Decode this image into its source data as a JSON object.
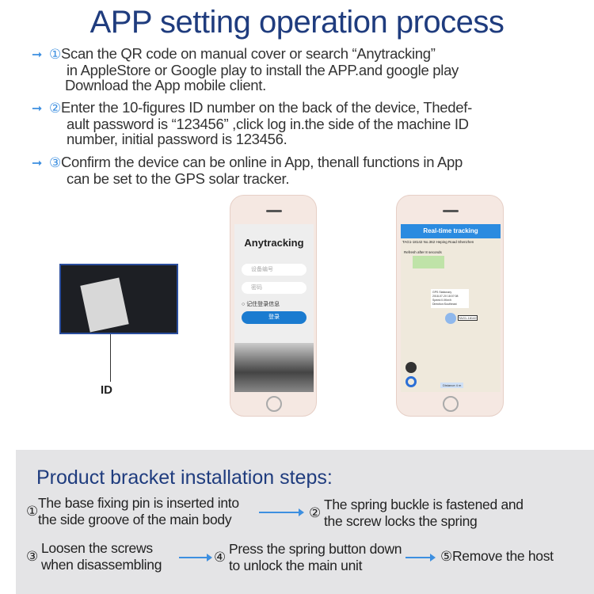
{
  "title": "APP setting operation process",
  "steps": [
    {
      "num": "①",
      "lines": [
        "Scan the QR code on manual cover or search “Anytracking”",
        "in AppleStore or Google play to install the APP.and google play",
        "Download the App mobile client."
      ]
    },
    {
      "num": "②",
      "lines": [
        "Enter the 10-figures ID number on the back of the device, Thedef-",
        "ault password is  “123456” ,click log in.the side of the machine ID",
        "number, initial password is 123456."
      ]
    },
    {
      "num": "③",
      "lines": [
        "Confirm the device can be online in App, thenall functions in App",
        "can be set to the GPS solar tracker."
      ]
    }
  ],
  "device_label": "ID",
  "login_screen": {
    "logo": "Anytracking",
    "username_placeholder": "设备编号",
    "password_placeholder": "密码",
    "remember": "记住登录信息",
    "login_button": "登录"
  },
  "tracking_screen": {
    "header": "Real-time tracking",
    "address": "TAG1-18142 No.362 Heping Road Shenzhen",
    "refresh": "Refresh after 8 seconds",
    "popup": [
      "GPS Stationary",
      "2018-07-20 18:07:08",
      "Speed:0.0Km/h",
      "Direction:Southeast"
    ],
    "marker": "TAG1-18142",
    "distance": "Distance 4 m"
  },
  "bracket": {
    "title": "Product bracket installation steps:",
    "steps": [
      {
        "num": "①",
        "lines": [
          "The base fixing pin is inserted into",
          "the side groove of the main body"
        ]
      },
      {
        "num": "②",
        "lines": [
          "The spring buckle is fastened and",
          "the screw locks the spring"
        ]
      },
      {
        "num": "③",
        "lines": [
          "Loosen the screws",
          "when disassembling"
        ]
      },
      {
        "num": "④",
        "lines": [
          "Press the spring button down",
          "to unlock the main unit"
        ]
      },
      {
        "num": "⑤",
        "lines": [
          "Remove the host"
        ]
      }
    ]
  },
  "colors": {
    "title": "#1f3c7e",
    "accent": "#3d8fe0",
    "panel": "#e4e4e6"
  }
}
